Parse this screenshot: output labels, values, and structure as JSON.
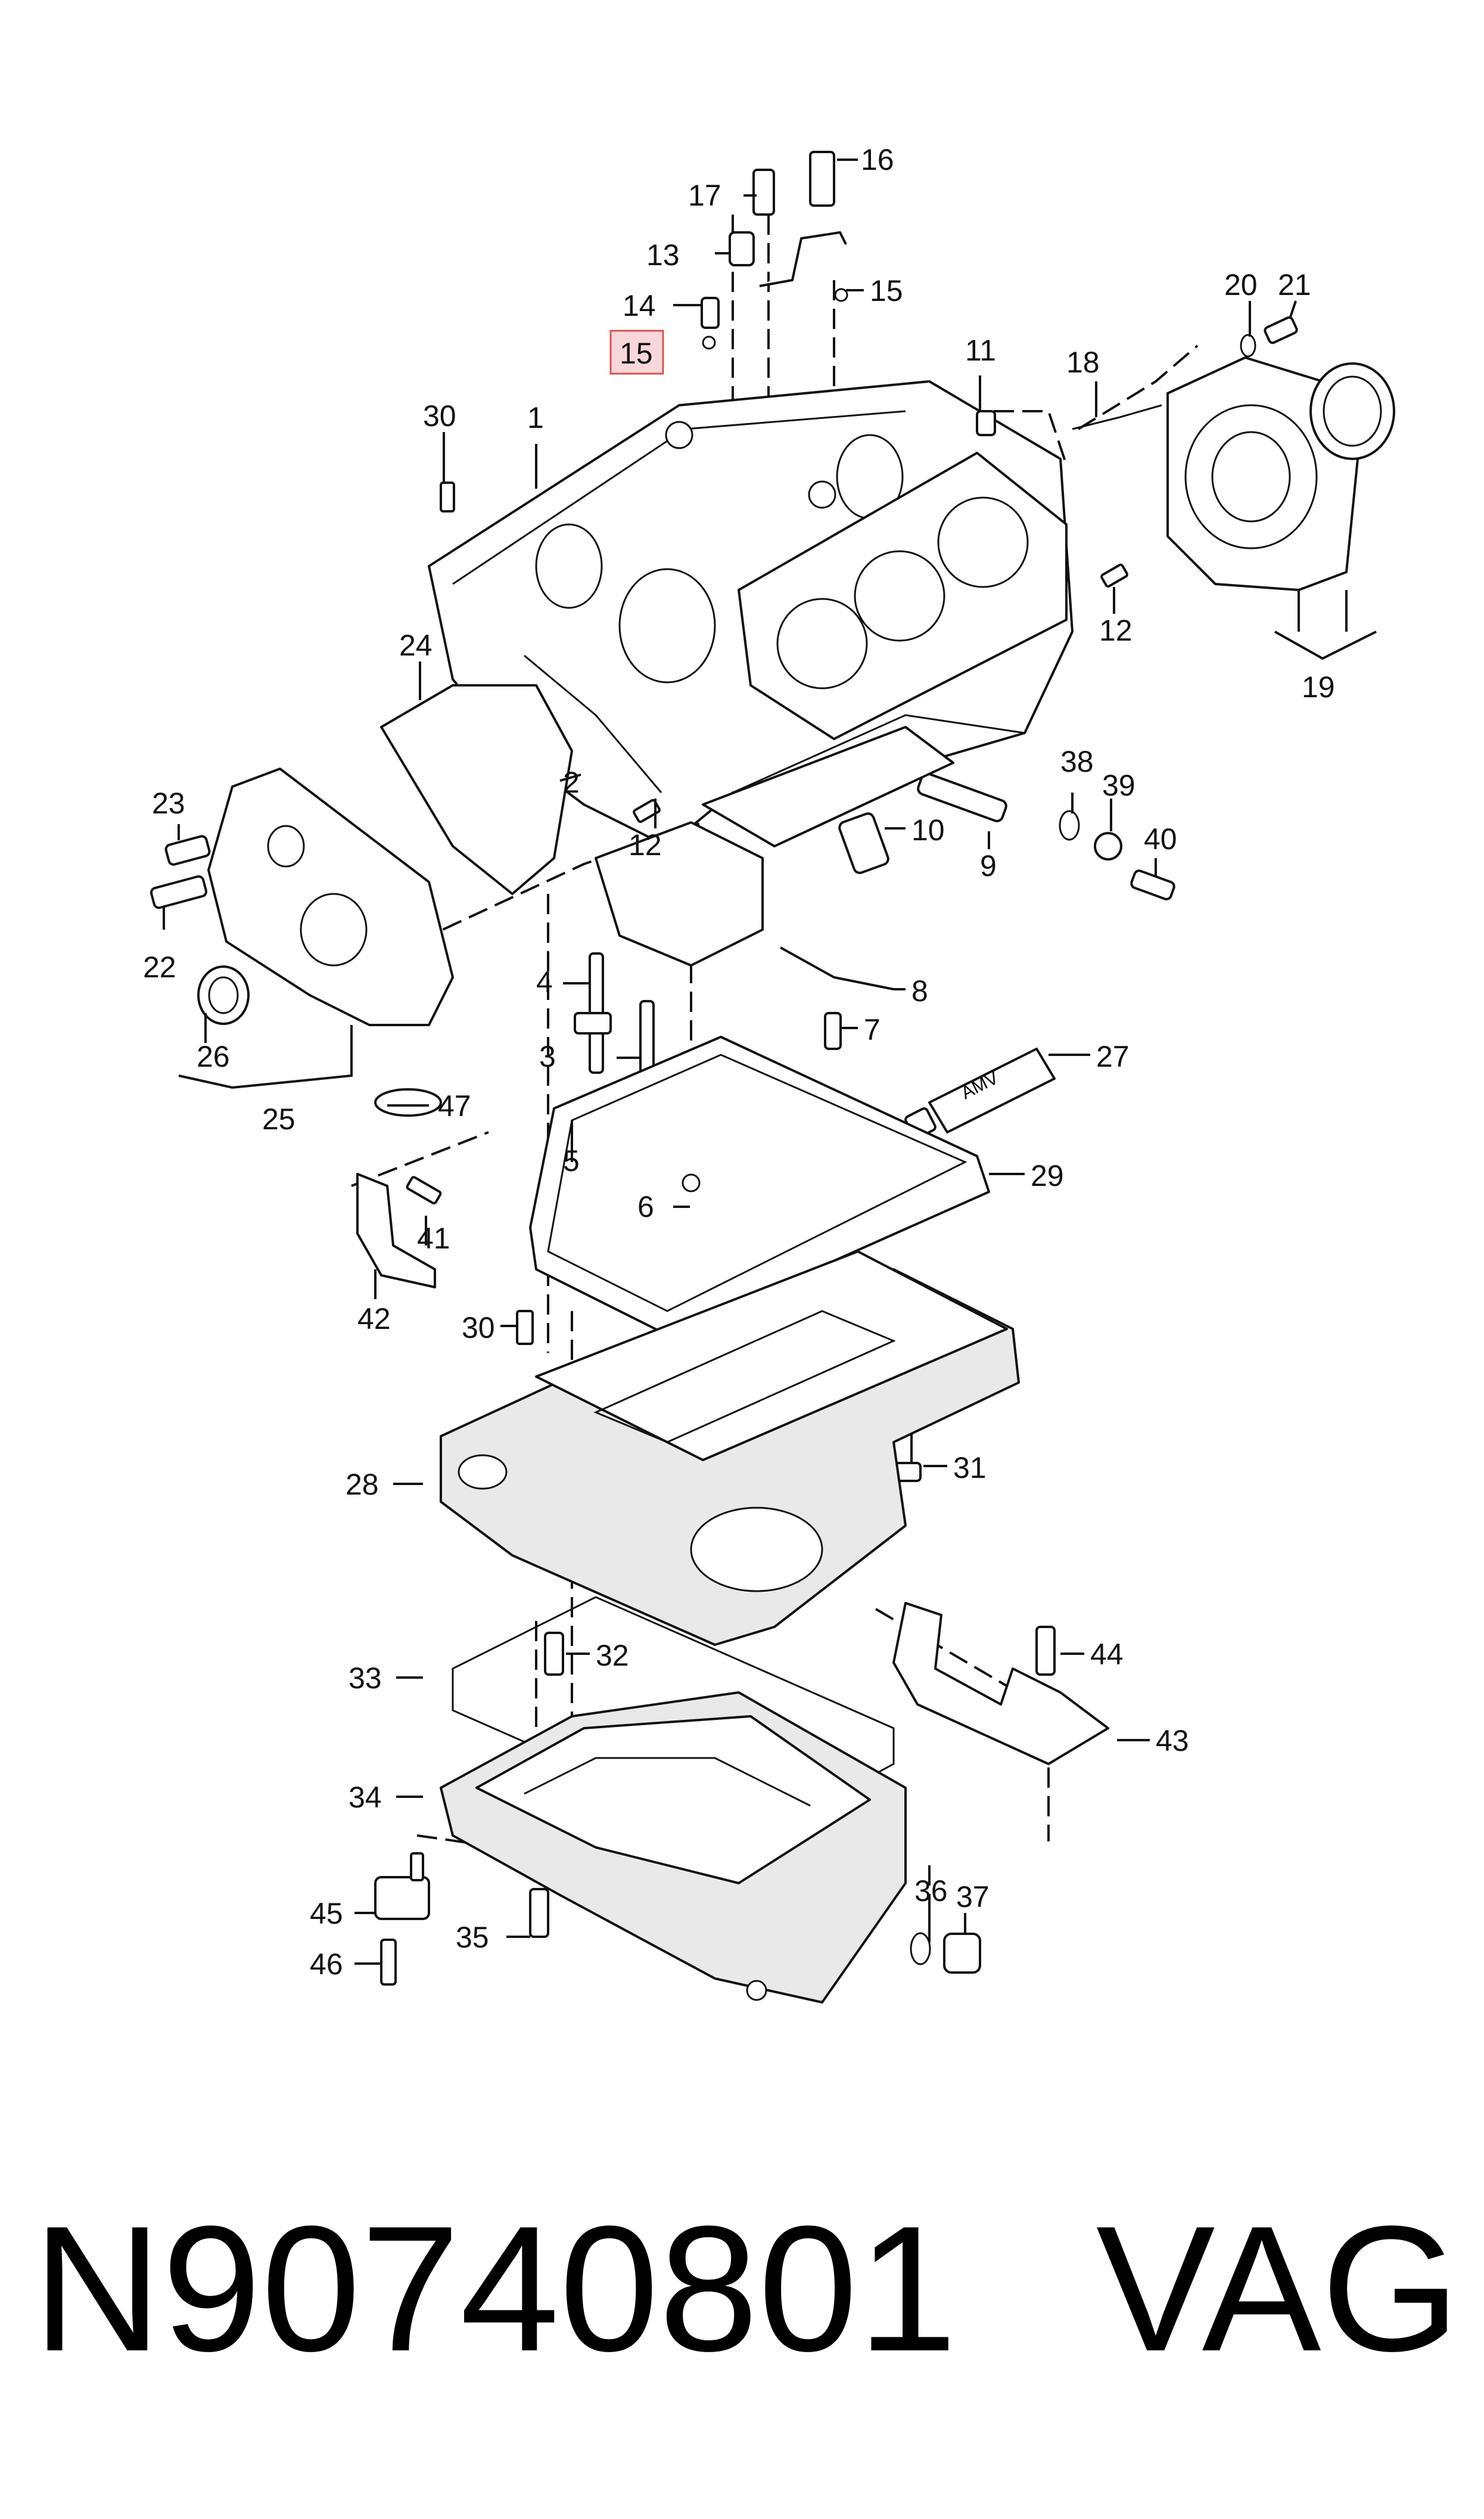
{
  "labels": {
    "l1": "1",
    "l2": "2",
    "l3": "3",
    "l4": "4",
    "l5": "5",
    "l6": "6",
    "l7": "7",
    "l8": "8",
    "l9": "9",
    "l10": "10",
    "l11": "11",
    "l12a": "12",
    "l12b": "12",
    "l13": "13",
    "l14": "14",
    "l15a": "15",
    "l15b": "15",
    "l16": "16",
    "l17": "17",
    "l18": "18",
    "l19": "19",
    "l20": "20",
    "l21": "21",
    "l22": "22",
    "l23": "23",
    "l24": "24",
    "l25": "25",
    "l26": "26",
    "l27": "27",
    "l28": "28",
    "l29": "29",
    "l30a": "30",
    "l30b": "30",
    "l31": "31",
    "l32": "32",
    "l33": "33",
    "l34": "34",
    "l35": "35",
    "l36": "36",
    "l37": "37",
    "l38": "38",
    "l39": "39",
    "l40": "40",
    "l41": "41",
    "l42": "42",
    "l43": "43",
    "l44": "44",
    "l45": "45",
    "l46": "46",
    "l47": "47"
  },
  "sealant_tube_text": "AMV",
  "highlight_color": "#f8d7da",
  "highlight_border": "#d9534f",
  "footer": {
    "part_number": "N90740801",
    "brand": "VAG"
  }
}
